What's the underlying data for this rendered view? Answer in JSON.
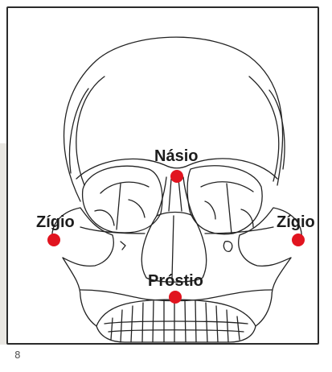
{
  "figure": {
    "number": "8",
    "landmarks": {
      "nasio": "Násio",
      "zigio_left": "Zígio",
      "zigio_right": "Zígio",
      "prostio": "Próstio"
    },
    "colors": {
      "landmark_dot": "#e1141f",
      "line": "#222222",
      "frame": "#2b2b2b"
    }
  }
}
